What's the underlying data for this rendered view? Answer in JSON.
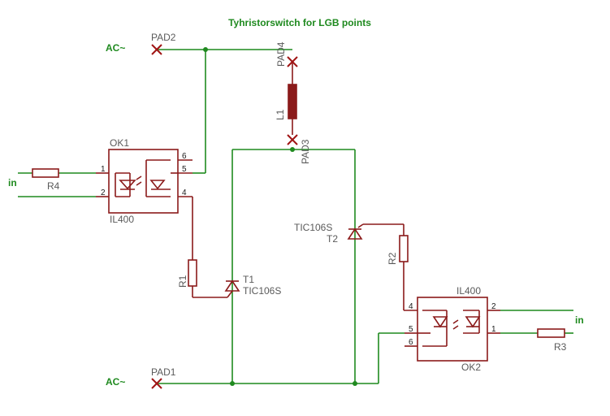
{
  "title": "Tyhristorswitch for LGB points",
  "colors": {
    "wire": "#1f8a1f",
    "part": "#8b1a1a",
    "text_gray": "#5a5a5a",
    "pad_x": "#a01414"
  },
  "pads": {
    "pad2": "PAD2",
    "pad4": "PAD4",
    "pad3": "PAD3",
    "pad1": "PAD1"
  },
  "signals": {
    "ac_top": "AC~",
    "ac_bottom": "AC~",
    "in_left": "in",
    "in_right": "in"
  },
  "parts": {
    "l1": "L1",
    "r4": "R4",
    "r1": "R1",
    "r2": "R2",
    "r3": "R3",
    "ok1_name": "OK1",
    "ok1_value": "IL400",
    "ok2_name": "OK2",
    "ok2_value": "IL400",
    "t1_name": "T1",
    "t1_value": "TIC106S",
    "t2_name": "T2",
    "t2_value": "TIC106S"
  },
  "pins": {
    "ok1": [
      "1",
      "2",
      "6",
      "5",
      "4"
    ],
    "ok2": [
      "4",
      "5",
      "6",
      "2",
      "1"
    ]
  }
}
